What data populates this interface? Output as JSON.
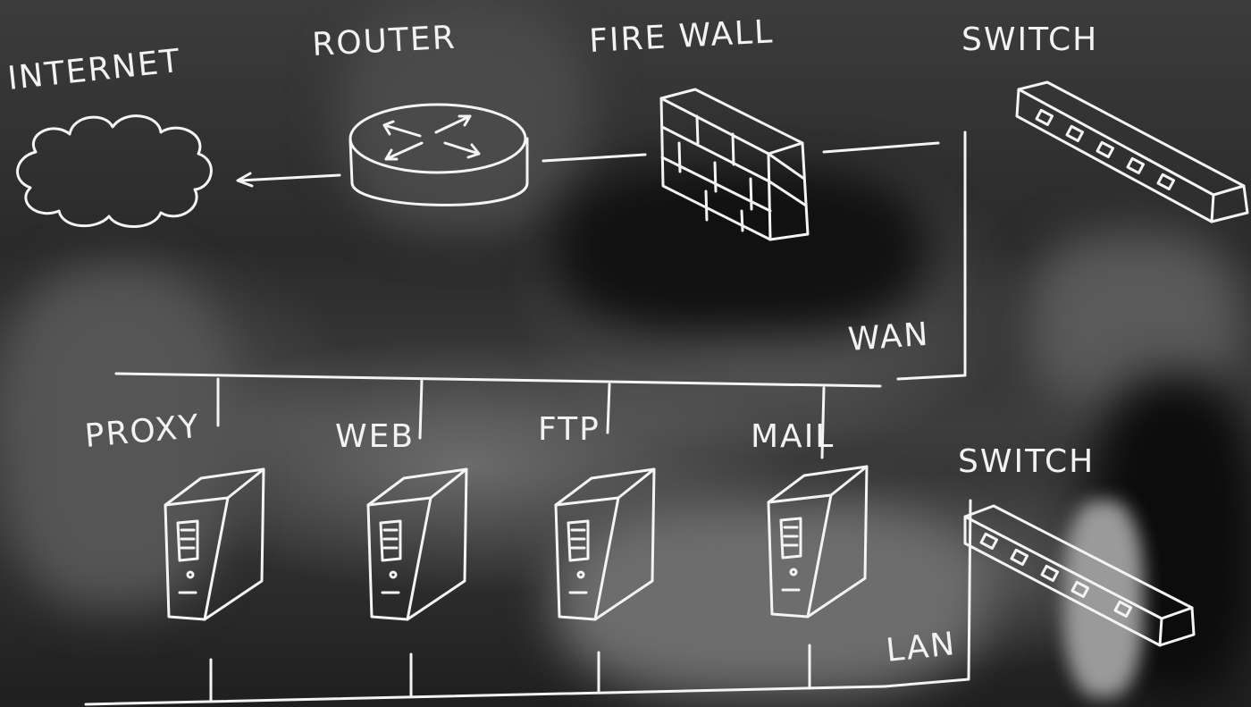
{
  "labels": {
    "internet": "INTERNET",
    "router": "ROUTER",
    "firewall": "FIRE WALL",
    "switch_top": "SWITCH",
    "wan": "WAN",
    "proxy": "PROXY",
    "web": "WEB",
    "ftp": "FTP",
    "mail": "MAIL",
    "switch_bottom": "SWITCH",
    "lan": "LAN"
  },
  "colors": {
    "ink": "#f4f4f4",
    "background": "#2a2a2a"
  },
  "icons": [
    "cloud-icon",
    "router-icon",
    "firewall-icon",
    "switch-icon",
    "server-icon"
  ]
}
